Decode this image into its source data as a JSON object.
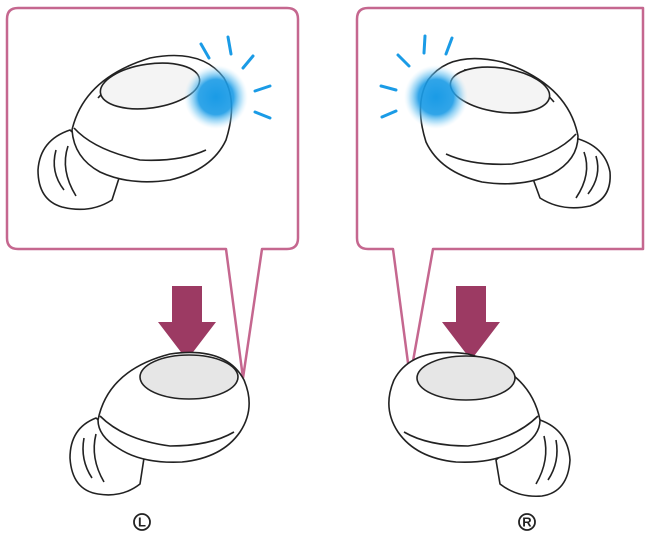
{
  "diagram": {
    "left_earbud": {
      "side_label": "L"
    },
    "right_earbud": {
      "side_label": "R"
    },
    "colors": {
      "callout_border": "#c5678f",
      "press_arrow": "#9c3a63",
      "indicator_light": "#1a9be6",
      "light_rays": "#1a9be6",
      "outline": "#222222",
      "touch_pad_fill": "#e6e6e6"
    },
    "icons": [
      "earbud",
      "indicator-light",
      "press-arrow",
      "left-marker",
      "right-marker"
    ]
  }
}
